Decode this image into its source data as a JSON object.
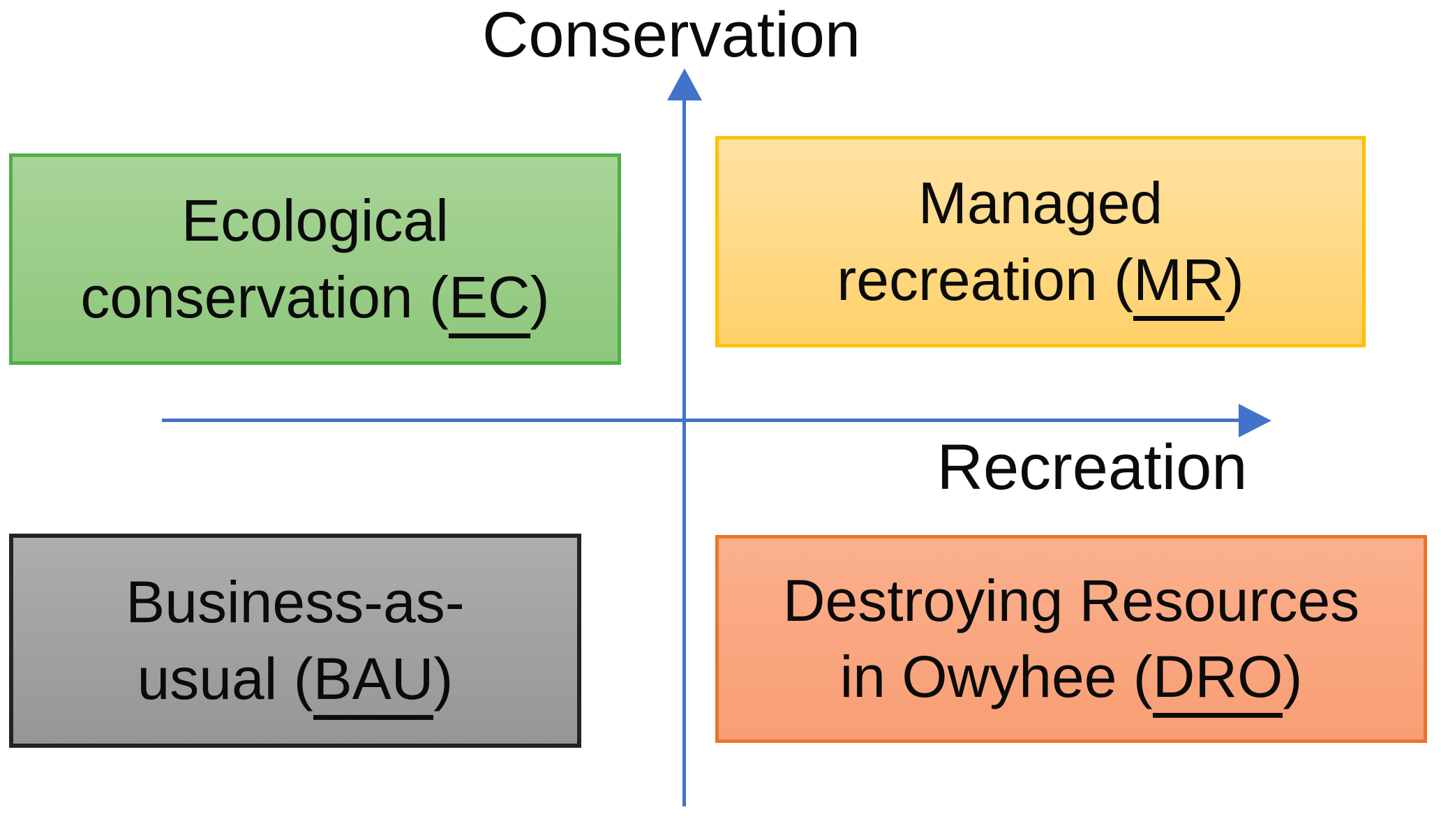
{
  "background": "#ffffff",
  "text_color": "#0b0b0b",
  "axes": {
    "color": "#4273c8",
    "vertical": {
      "label": "Conservation"
    },
    "horizontal": {
      "label": "Recreation"
    }
  },
  "quadrants": [
    {
      "key": "EC",
      "position": "top-left",
      "line1": "Ecological",
      "line2_before": "conservation (",
      "acronym": "EC",
      "line2_after": ")",
      "colors": {
        "fill_top": "#a8d497",
        "fill_bottom": "#8ec77c",
        "border": "#4fae4a"
      }
    },
    {
      "key": "MR",
      "position": "top-right",
      "line1": "Managed",
      "line2_before": "recreation (",
      "acronym": "MR",
      "line2_after": ")",
      "colors": {
        "fill_top": "#ffe2a4",
        "fill_bottom": "#ffd16b",
        "border": "#ffc003"
      }
    },
    {
      "key": "BAU",
      "position": "bottom-left",
      "line1": "Business-as-",
      "line2_before": "usual (",
      "acronym": "BAU",
      "line2_after": ")",
      "colors": {
        "fill_top": "#adadad",
        "fill_bottom": "#969696",
        "border": "#242424"
      }
    },
    {
      "key": "DRO",
      "position": "bottom-right",
      "line1": "Destroying Resources",
      "line2_before": "in Owyhee (",
      "acronym": "DRO",
      "line2_after": ")",
      "colors": {
        "fill_top": "#fbb08d",
        "fill_bottom": "#f89e74",
        "border": "#ee7428"
      }
    }
  ]
}
